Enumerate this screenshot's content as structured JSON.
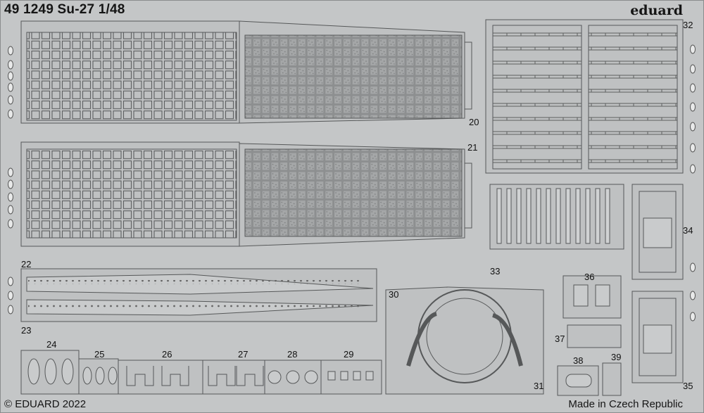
{
  "header": {
    "set_title": "49 1249 Su-27 1/48",
    "brand": "eduard"
  },
  "footer": {
    "copyright": "© EDUARD 2022",
    "origin": "Made in Czech Republic"
  },
  "part_numbers": {
    "p20": "20",
    "p21": "21",
    "p22": "22",
    "p23": "23",
    "p24": "24",
    "p25": "25",
    "p26": "26",
    "p27": "27",
    "p28": "28",
    "p29": "29",
    "p30": "30",
    "p31": "31",
    "p32": "32",
    "p33": "33",
    "p34": "34",
    "p35": "35",
    "p36": "36",
    "p37": "37",
    "p38": "38",
    "p39": "39"
  },
  "colors": {
    "fret": "#c4c6c7",
    "part": "#bfc1c2",
    "line": "#565859"
  }
}
